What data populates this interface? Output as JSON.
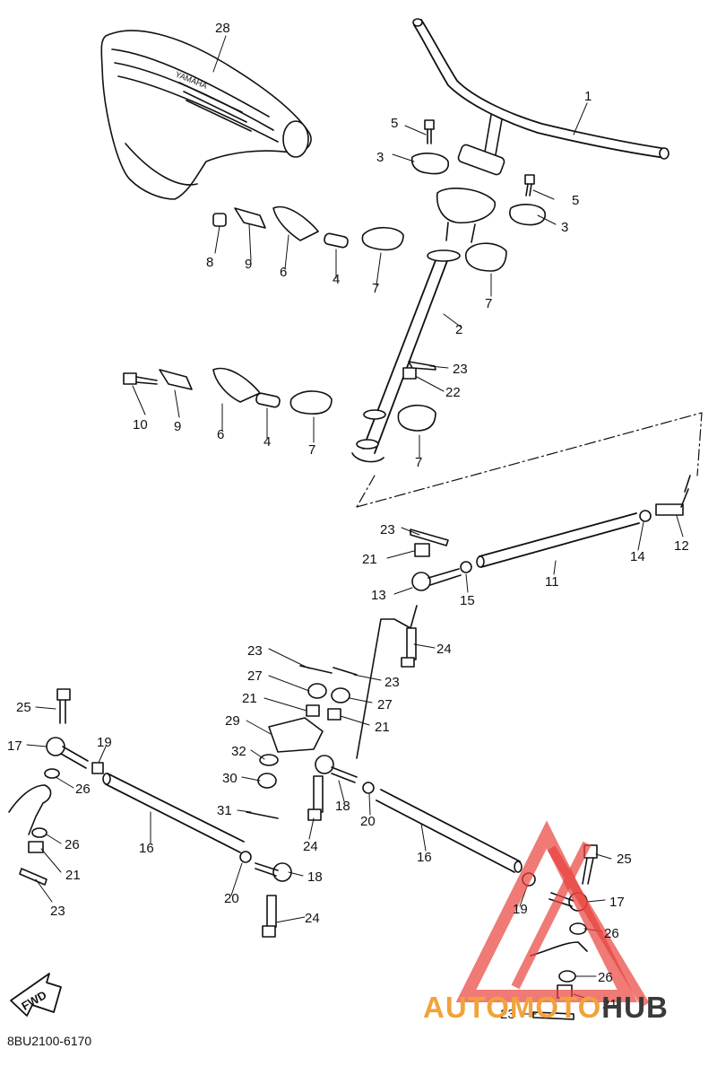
{
  "diagram": {
    "callouts": [
      {
        "id": "c1",
        "text": "1"
      },
      {
        "id": "c2",
        "text": "2"
      },
      {
        "id": "c3a",
        "text": "3"
      },
      {
        "id": "c3b",
        "text": "3"
      },
      {
        "id": "c4a",
        "text": "4"
      },
      {
        "id": "c4b",
        "text": "4"
      },
      {
        "id": "c5a",
        "text": "5"
      },
      {
        "id": "c5b",
        "text": "5"
      },
      {
        "id": "c6a",
        "text": "6"
      },
      {
        "id": "c6b",
        "text": "6"
      },
      {
        "id": "c7a",
        "text": "7"
      },
      {
        "id": "c7b",
        "text": "7"
      },
      {
        "id": "c7c",
        "text": "7"
      },
      {
        "id": "c7d",
        "text": "7"
      },
      {
        "id": "c8",
        "text": "8"
      },
      {
        "id": "c9a",
        "text": "9"
      },
      {
        "id": "c9b",
        "text": "9"
      },
      {
        "id": "c10",
        "text": "10"
      },
      {
        "id": "c11",
        "text": "11"
      },
      {
        "id": "c12",
        "text": "12"
      },
      {
        "id": "c13",
        "text": "13"
      },
      {
        "id": "c14",
        "text": "14"
      },
      {
        "id": "c15",
        "text": "15"
      },
      {
        "id": "c16a",
        "text": "16"
      },
      {
        "id": "c16b",
        "text": "16"
      },
      {
        "id": "c17a",
        "text": "17"
      },
      {
        "id": "c17b",
        "text": "17"
      },
      {
        "id": "c18a",
        "text": "18"
      },
      {
        "id": "c18b",
        "text": "18"
      },
      {
        "id": "c19a",
        "text": "19"
      },
      {
        "id": "c19b",
        "text": "19"
      },
      {
        "id": "c20a",
        "text": "20"
      },
      {
        "id": "c20b",
        "text": "20"
      },
      {
        "id": "c21a",
        "text": "21"
      },
      {
        "id": "c21b",
        "text": "21"
      },
      {
        "id": "c21c",
        "text": "21"
      },
      {
        "id": "c21d",
        "text": "21"
      },
      {
        "id": "c21e",
        "text": "21"
      },
      {
        "id": "c22",
        "text": "22"
      },
      {
        "id": "c23a",
        "text": "23"
      },
      {
        "id": "c23b",
        "text": "23"
      },
      {
        "id": "c23c",
        "text": "23"
      },
      {
        "id": "c23d",
        "text": "23"
      },
      {
        "id": "c23e",
        "text": "23"
      },
      {
        "id": "c23f",
        "text": "23"
      },
      {
        "id": "c24a",
        "text": "24"
      },
      {
        "id": "c24b",
        "text": "24"
      },
      {
        "id": "c24c",
        "text": "24"
      },
      {
        "id": "c25a",
        "text": "25"
      },
      {
        "id": "c25b",
        "text": "25"
      },
      {
        "id": "c26a",
        "text": "26"
      },
      {
        "id": "c26b",
        "text": "26"
      },
      {
        "id": "c26c",
        "text": "26"
      },
      {
        "id": "c26d",
        "text": "26"
      },
      {
        "id": "c27a",
        "text": "27"
      },
      {
        "id": "c27b",
        "text": "27"
      },
      {
        "id": "c28",
        "text": "28"
      },
      {
        "id": "c29",
        "text": "29"
      },
      {
        "id": "c30",
        "text": "30"
      },
      {
        "id": "c31",
        "text": "31"
      },
      {
        "id": "c32",
        "text": "32"
      }
    ],
    "seat_logo": "YAMAHA",
    "fwd_label": "FWD",
    "diagram_code": "8BU2100-6170"
  },
  "watermark": {
    "part1": "AUTOMOTO",
    "part2": "HUB",
    "color_orange": "#f2a23a",
    "color_dark": "#3a3a3a",
    "color_triangle": "#e8413c"
  },
  "colors": {
    "line": "#111111",
    "paper": "#ffffff"
  }
}
